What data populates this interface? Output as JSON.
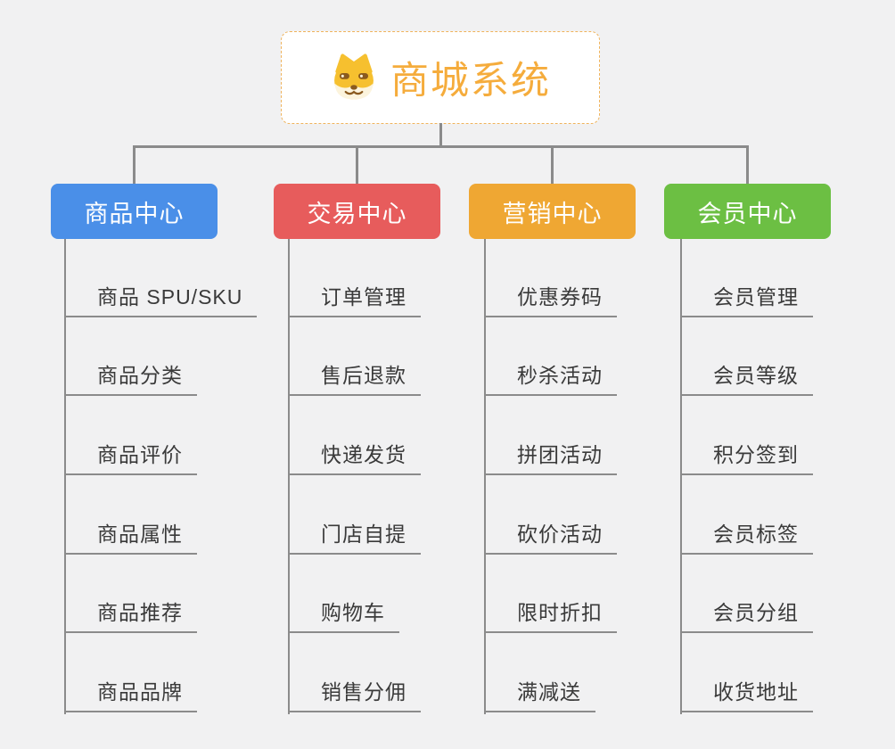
{
  "root": {
    "title": "商城系统",
    "icon": "dog-face-icon"
  },
  "branches": [
    {
      "label": "商品中心",
      "color": "#4a8fe8",
      "items": [
        "商品 SPU/SKU",
        "商品分类",
        "商品评价",
        "商品属性",
        "商品推荐",
        "商品品牌"
      ]
    },
    {
      "label": "交易中心",
      "color": "#e75c5c",
      "items": [
        "订单管理",
        "售后退款",
        "快递发货",
        "门店自提",
        "购物车",
        "销售分佣"
      ]
    },
    {
      "label": "营销中心",
      "color": "#efa733",
      "items": [
        "优惠券码",
        "秒杀活动",
        "拼团活动",
        "砍价活动",
        "限时折扣",
        "满减送"
      ]
    },
    {
      "label": "会员中心",
      "color": "#6cbf43",
      "items": [
        "会员管理",
        "会员等级",
        "积分签到",
        "会员标签",
        "会员分组",
        "收货地址"
      ]
    }
  ],
  "colors": {
    "background": "#f1f1f2",
    "connector_line": "#8b8b8b",
    "root_border": "#efb35c",
    "root_text": "#f5ac3c",
    "item_text": "#3a3a3a"
  }
}
